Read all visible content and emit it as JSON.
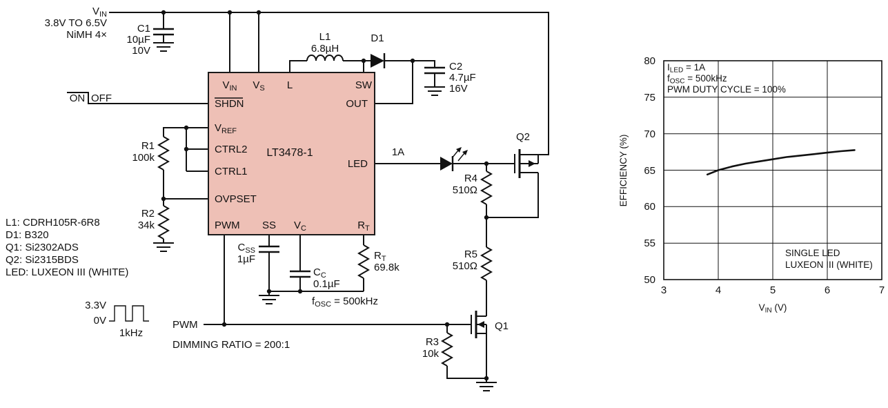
{
  "colors": {
    "ic_fill": "#eec0b6",
    "line": "#111111"
  },
  "sch": {
    "supply": {
      "v": "V",
      "vsub": "IN",
      "range": "3.8V TO 6.5V",
      "cells": "NiMH 4×"
    },
    "c1": {
      "ref": "C1",
      "val": "10µF",
      "volt": "10V"
    },
    "c2": {
      "ref": "C2",
      "val": "4.7µF",
      "volt": "16V"
    },
    "l1": {
      "ref": "L1",
      "val": "6.8µH"
    },
    "d1": {
      "ref": "D1"
    },
    "onoff": {
      "on": "ON",
      "off": "OFF"
    },
    "ic": {
      "part": "LT3478-1",
      "pin_vin": {
        "m": "V",
        "s": "IN"
      },
      "pin_vs": {
        "m": "V",
        "s": "S"
      },
      "pin_l": "L",
      "pin_sw": "SW",
      "pin_shdn": "SHDN",
      "pin_out": "OUT",
      "pin_vref": {
        "m": "V",
        "s": "REF"
      },
      "pin_ctrl2": "CTRL2",
      "pin_ctrl1": "CTRL1",
      "pin_ovpset": "OVPSET",
      "pin_led": "LED",
      "pin_pwm": "PWM",
      "pin_ss": "SS",
      "pin_vc": {
        "m": "V",
        "s": "C"
      },
      "pin_rt": {
        "m": "R",
        "s": "T"
      }
    },
    "r1": {
      "ref": "R1",
      "val": "100k"
    },
    "r2": {
      "ref": "R2",
      "val": "34k"
    },
    "r3": {
      "ref": "R3",
      "val": "10k"
    },
    "r4": {
      "ref": "R4",
      "val": "510Ω"
    },
    "r5": {
      "ref": "R5",
      "val": "510Ω"
    },
    "css": {
      "m": "C",
      "s": "SS",
      "val": "1µF"
    },
    "cc": {
      "m": "C",
      "s": "C",
      "val": "0.1µF"
    },
    "rt": {
      "m": "R",
      "s": "T",
      "val": "69.8k"
    },
    "fosc": {
      "m": "f",
      "s": "OSC",
      "rest": " = 500kHz"
    },
    "iled": "1A",
    "q1": "Q1",
    "q2": "Q2",
    "pwmsig": {
      "hi": "3.3V",
      "lo": "0V",
      "freq": "1kHz",
      "label": "PWM",
      "dim": "DIMMING RATIO = 200:1"
    },
    "bom": [
      "L1: CDRH105R-6R8",
      "D1: B320",
      "Q1: Si2302ADS",
      "Q2: Si2315BDS",
      "LED: LUXEON III (WHITE)"
    ]
  },
  "chart_data": {
    "type": "line",
    "title": "",
    "xlabel": "VIN (V)",
    "xlabel_parts": {
      "m": "V",
      "s": "IN",
      "rest": " (V)"
    },
    "ylabel": "EFFICIENCY (%)",
    "xlim": [
      3,
      7
    ],
    "ylim": [
      50,
      80
    ],
    "x_ticks": [
      3,
      4,
      5,
      6,
      7
    ],
    "y_ticks": [
      80,
      75,
      70,
      65,
      60,
      55,
      50
    ],
    "grid": true,
    "annotations": {
      "iled": {
        "m": "I",
        "s": "LED",
        "rest": " = 1A"
      },
      "fosc": {
        "m": "f",
        "s": "OSC",
        "rest": " = 500kHz"
      },
      "duty": "PWM DUTY CYCLE = 100%",
      "note1": "SINGLE LED",
      "note2": "LUXEON III (WHITE)"
    },
    "series": [
      {
        "name": "EFFICIENCY",
        "x": [
          3.8,
          4.0,
          4.25,
          4.5,
          4.75,
          5.0,
          5.25,
          5.5,
          5.75,
          6.0,
          6.25,
          6.5
        ],
        "y": [
          64.4,
          65.0,
          65.5,
          65.9,
          66.2,
          66.5,
          66.8,
          67.0,
          67.2,
          67.4,
          67.6,
          67.75
        ]
      }
    ]
  }
}
